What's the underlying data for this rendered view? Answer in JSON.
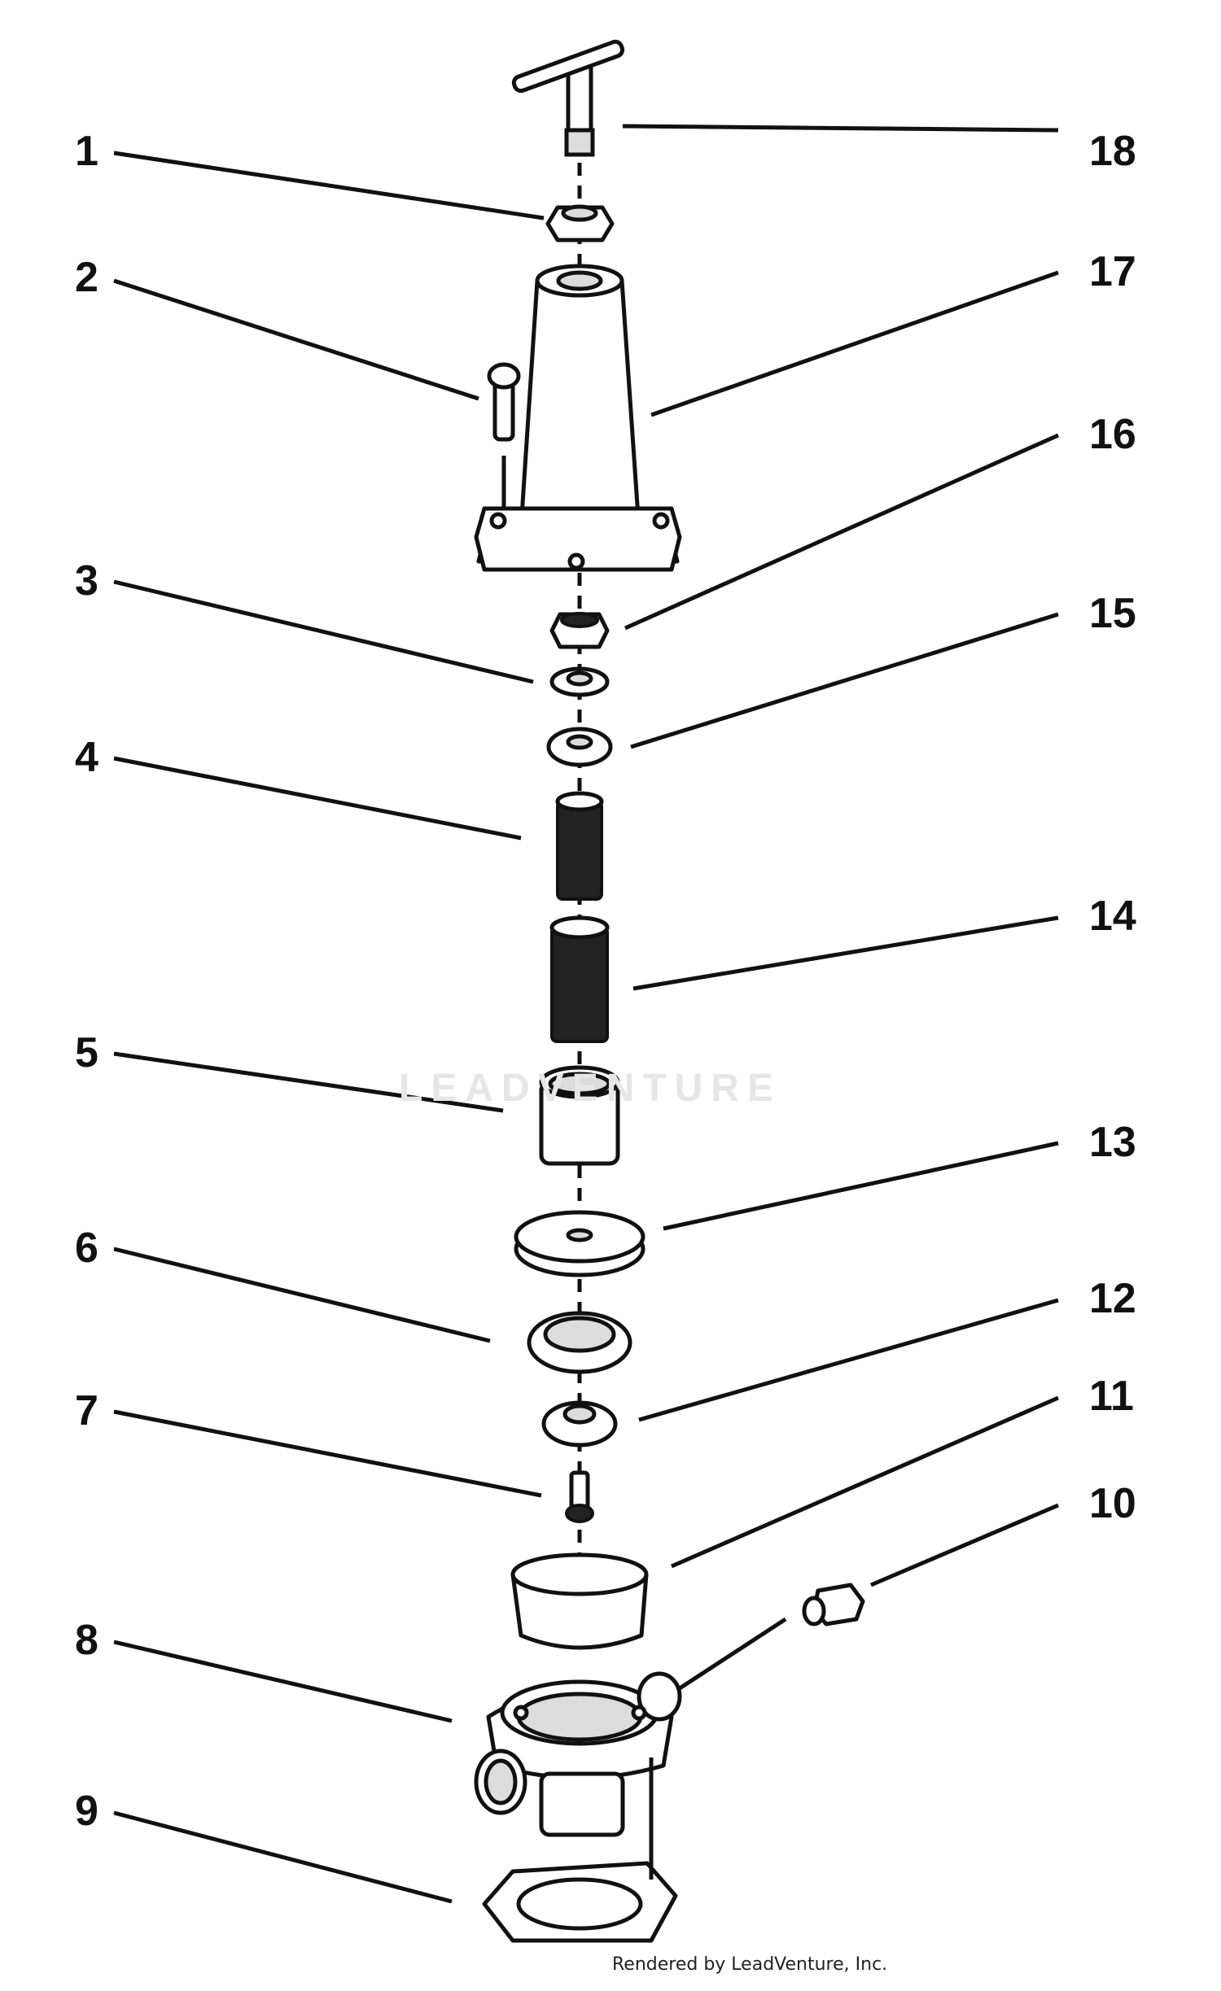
{
  "callouts": [
    {
      "id": "1",
      "label": "1"
    },
    {
      "id": "2",
      "label": "2"
    },
    {
      "id": "3",
      "label": "3"
    },
    {
      "id": "4",
      "label": "4"
    },
    {
      "id": "5",
      "label": "5"
    },
    {
      "id": "6",
      "label": "6"
    },
    {
      "id": "7",
      "label": "7"
    },
    {
      "id": "8",
      "label": "8"
    },
    {
      "id": "9",
      "label": "9"
    },
    {
      "id": "10",
      "label": "10"
    },
    {
      "id": "11",
      "label": "11"
    },
    {
      "id": "12",
      "label": "12"
    },
    {
      "id": "13",
      "label": "13"
    },
    {
      "id": "14",
      "label": "14"
    },
    {
      "id": "15",
      "label": "15"
    },
    {
      "id": "16",
      "label": "16"
    },
    {
      "id": "17",
      "label": "17"
    },
    {
      "id": "18",
      "label": "18"
    }
  ],
  "watermark": "LEADVENTURE",
  "credit": "Rendered by LeadVenture, Inc."
}
